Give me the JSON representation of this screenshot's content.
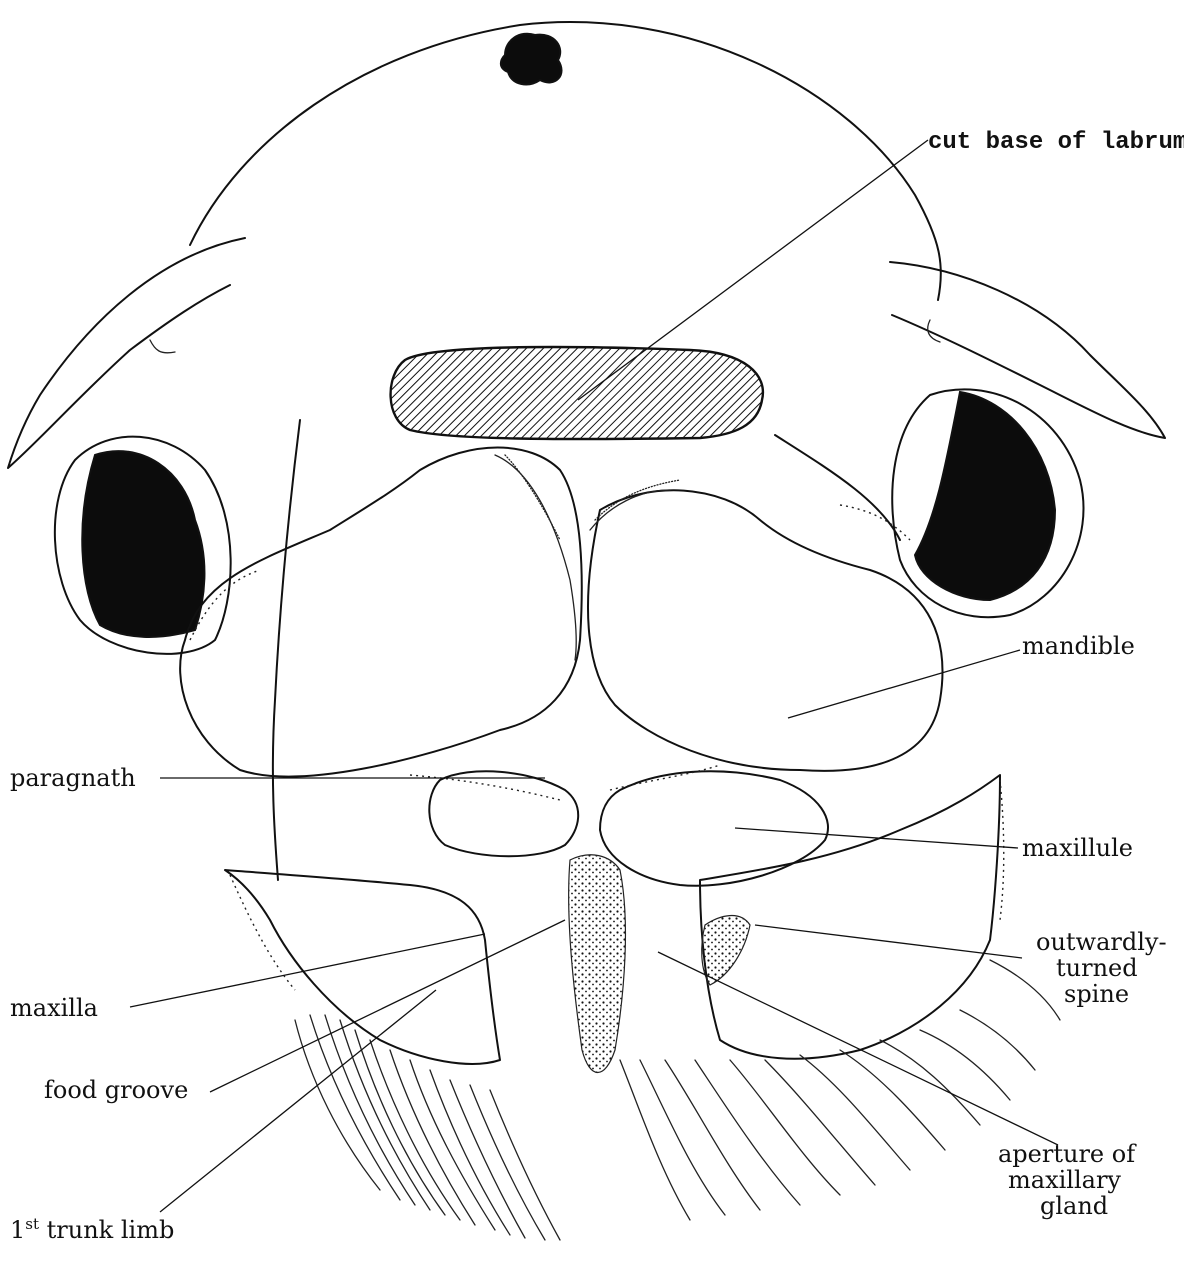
{
  "labels": {
    "cut_base_of_labrum": "cut base of labrum",
    "mandible": "mandible",
    "paragnath": "paragnath",
    "maxillule": "maxillule",
    "outwardly_turned_spine_line1": "outwardly-",
    "outwardly_turned_spine_line2": "turned",
    "outwardly_turned_spine_line3": "spine",
    "maxilla": "maxilla",
    "food_groove": "food groove",
    "aperture_line1": "aperture of",
    "aperture_line2": "maxillary",
    "aperture_line3": "gland",
    "trunk_limb_number": "1",
    "trunk_limb_superscript": "st",
    "trunk_limb_text": " trunk limb"
  }
}
